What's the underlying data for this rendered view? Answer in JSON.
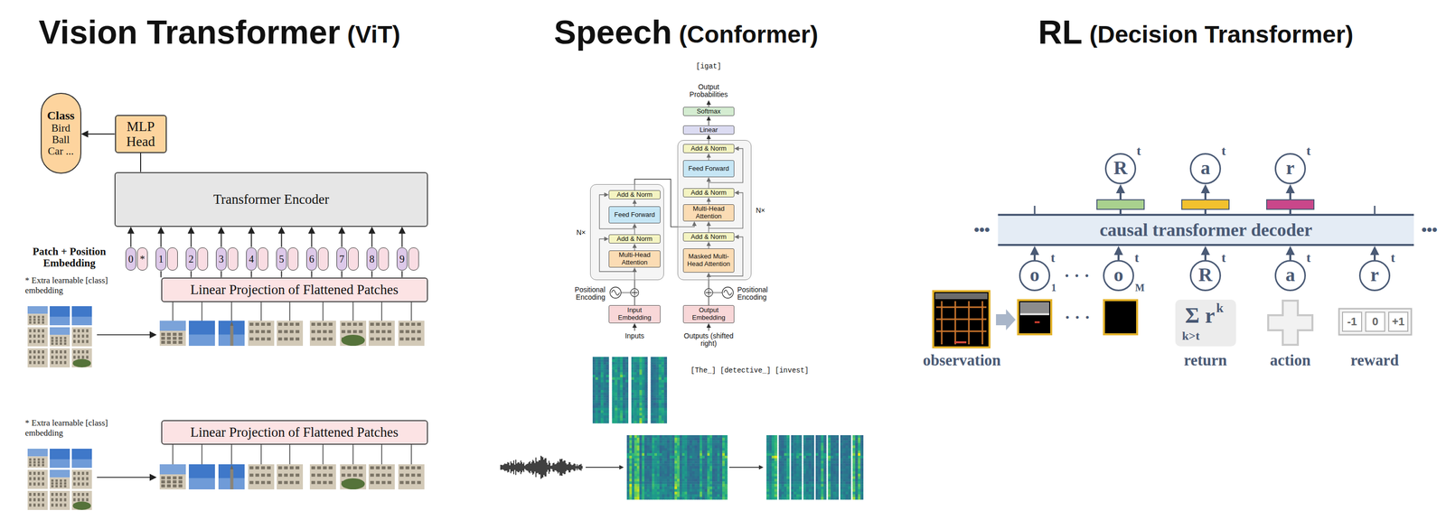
{
  "diagram": {
    "nodes": [
      {
        "text": [
          "Class",
          "Bird Ball Car ..."
        ]
      },
      {
        "text": [
          "MLP Head"
        ]
      },
      {
        "text": [
          "Transformer Encoder"
        ]
      },
      {
        "text": [
          "0",
          "*"
        ]
      },
      {
        "text": [
          "1"
        ]
      },
      {
        "text": [
          "2"
        ]
      },
      {
        "text": [
          "3"
        ]
      },
      {
        "text": [
          "4"
        ]
      },
      {
        "text": [
          "5"
        ]
      },
      {
        "text": [
          "6"
        ]
      },
      {
        "text": [
          "7"
        ]
      },
      {
        "text": [
          "8"
        ]
      },
      {
        "text": [
          "9"
        ]
      },
      {
        "text": [
          "Linear Projection of Flattened Patches"
        ]
      },
      {
        "text": [
          "Linear Projection of Flattened Patches"
        ]
      },
      {
        "text": [
          "Softmax"
        ]
      },
      {
        "text": [
          "Linear"
        ]
      },
      {
        "text": [
          "N×"
        ]
      },
      {
        "text": [
          "Add & Norm"
        ],
        "in": 17
      },
      {
        "text": [
          "Feed Forward"
        ],
        "in": 17
      },
      {
        "text": [
          "Add & Norm"
        ],
        "in": 17
      },
      {
        "text": [
          "Multi-Head Attention"
        ],
        "in": 17
      },
      {
        "text": [
          "Add & Norm"
        ],
        "in": 17
      },
      {
        "text": [
          "Masked Multi-Head Attention"
        ],
        "in": 17
      },
      {
        "text": [
          "N×"
        ]
      },
      {
        "text": [
          "Add & Norm"
        ],
        "in": 24
      },
      {
        "text": [
          "Feed Forward"
        ],
        "in": 24
      },
      {
        "text": [
          "Add & Norm"
        ],
        "in": 24
      },
      {
        "text": [
          "Multi-Head Attention"
        ],
        "in": 24
      },
      {
        "text": [
          "Input Embedding"
        ]
      },
      {
        "text": [
          "Output Embedding"
        ]
      },
      {
        "text": [
          "R",
          "t"
        ]
      },
      {
        "text": [
          "a",
          "t"
        ]
      },
      {
        "text": [
          "r",
          "t"
        ]
      },
      {
        "text": [
          "causal transformer decoder"
        ]
      },
      {
        "text": [
          "o",
          "t",
          "1"
        ]
      },
      {
        "text": [
          "o",
          "t",
          "M"
        ]
      },
      {
        "text": [
          "R",
          "t"
        ]
      },
      {
        "text": [
          "a",
          "t"
        ]
      },
      {
        "text": [
          "r",
          "t"
        ]
      },
      {
        "text": [
          "Σ r",
          "k",
          "k>t"
        ]
      },
      {
        "text": [
          "-1"
        ]
      },
      {
        "text": [
          "0"
        ]
      },
      {
        "text": [
          "+1"
        ]
      }
    ],
    "edges": [
      {
        "from": 2,
        "to": 1,
        "arrow": "none"
      },
      {
        "from": 1,
        "to": 0,
        "arrow": "to"
      },
      {
        "from": 3,
        "to": 2,
        "arrow": "to"
      },
      {
        "from": 4,
        "to": 2,
        "arrow": "to"
      },
      {
        "from": 5,
        "to": 2,
        "arrow": "to"
      },
      {
        "from": 6,
        "to": 2,
        "arrow": "to"
      },
      {
        "from": 7,
        "to": 2,
        "arrow": "to"
      },
      {
        "from": 8,
        "to": 2,
        "arrow": "to"
      },
      {
        "from": 9,
        "to": 2,
        "arrow": "to"
      },
      {
        "from": 10,
        "to": 2,
        "arrow": "to"
      },
      {
        "from": 11,
        "to": 2,
        "arrow": "to"
      },
      {
        "from": 12,
        "to": 2,
        "arrow": "to"
      },
      {
        "from": 13,
        "to": 4,
        "arrow": "none"
      },
      {
        "from": 13,
        "to": 5,
        "arrow": "none"
      },
      {
        "from": 13,
        "to": 6,
        "arrow": "none"
      },
      {
        "from": 13,
        "to": 7,
        "arrow": "none"
      },
      {
        "from": 13,
        "to": 8,
        "arrow": "none"
      },
      {
        "from": 13,
        "to": 9,
        "arrow": "none"
      },
      {
        "from": 13,
        "to": 10,
        "arrow": "none"
      },
      {
        "from": 13,
        "to": 11,
        "arrow": "none"
      },
      {
        "from": 13,
        "to": 12,
        "arrow": "none"
      },
      {
        "from": 29,
        "to": 28,
        "arrow": "to"
      },
      {
        "from": 28,
        "to": 27,
        "arrow": "to"
      },
      {
        "from": 27,
        "to": 26,
        "arrow": "to"
      },
      {
        "from": 26,
        "to": 25,
        "arrow": "to"
      },
      {
        "from": 25,
        "to": 21,
        "arrow": "to"
      },
      {
        "from": 30,
        "to": 23,
        "arrow": "to"
      },
      {
        "from": 23,
        "to": 22,
        "arrow": "to"
      },
      {
        "from": 22,
        "to": 21,
        "arrow": "to"
      },
      {
        "from": 21,
        "to": 20,
        "arrow": "to"
      },
      {
        "from": 20,
        "to": 19,
        "arrow": "to"
      },
      {
        "from": 19,
        "to": 18,
        "arrow": "to"
      },
      {
        "from": 18,
        "to": 16,
        "arrow": "to"
      },
      {
        "from": 16,
        "to": 15,
        "arrow": "to"
      },
      {
        "from": 35,
        "to": 34,
        "arrow": "to"
      },
      {
        "from": 36,
        "to": 34,
        "arrow": "to"
      },
      {
        "from": 37,
        "to": 34,
        "arrow": "to"
      },
      {
        "from": 38,
        "to": 34,
        "arrow": "to"
      },
      {
        "from": 39,
        "to": 34,
        "arrow": "to"
      },
      {
        "from": 34,
        "to": 31,
        "arrow": "to"
      },
      {
        "from": 34,
        "to": 32,
        "arrow": "to"
      },
      {
        "from": 34,
        "to": 33,
        "arrow": "to"
      }
    ],
    "labels": [
      "Vision Transformer",
      "(ViT)",
      "Speech",
      "(Conformer)",
      "RL",
      "(Decision Transformer)",
      "Patch + Position Embedding",
      "* Extra learnable [class] embedding",
      "* Extra learnable [class] embedding",
      "[igat]",
      "Output Probabilities",
      "Positional Encoding",
      "Positional Encoding",
      "Inputs",
      "Outputs (shifted right)",
      "[The_] [detective_] [invest]",
      "•••",
      "•••",
      "· · ·",
      "· · ·",
      "observation",
      "return",
      "action",
      "reward"
    ]
  }
}
